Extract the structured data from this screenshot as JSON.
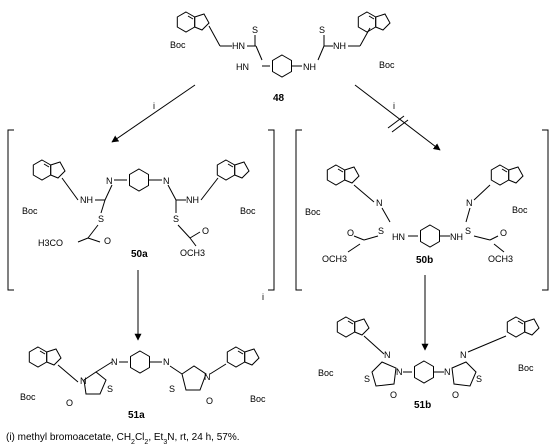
{
  "compounds": {
    "start": {
      "label": "48"
    },
    "product_a": {
      "label": "50a"
    },
    "product_b": {
      "label": "50b"
    },
    "final_a": {
      "label": "51a"
    },
    "final_b": {
      "label": "51b"
    }
  },
  "arrows": {
    "left_reagent": "i",
    "right_reagent": "i",
    "bracket_note": "i"
  },
  "atoms": {
    "boc": "Boc",
    "n": "N",
    "s": "S",
    "o": "O",
    "nh": "NH",
    "hn": "HN",
    "h3co": "H3CO",
    "och3": "OCH3"
  },
  "footnote": {
    "prefix": "(i) methyl bromoacetate, CH",
    "sub1": "2",
    "mid1": "Cl",
    "sub2": "2",
    "mid2": ", Et",
    "sub3": "3",
    "suffix": "N, rt, 24 h, 57%."
  }
}
